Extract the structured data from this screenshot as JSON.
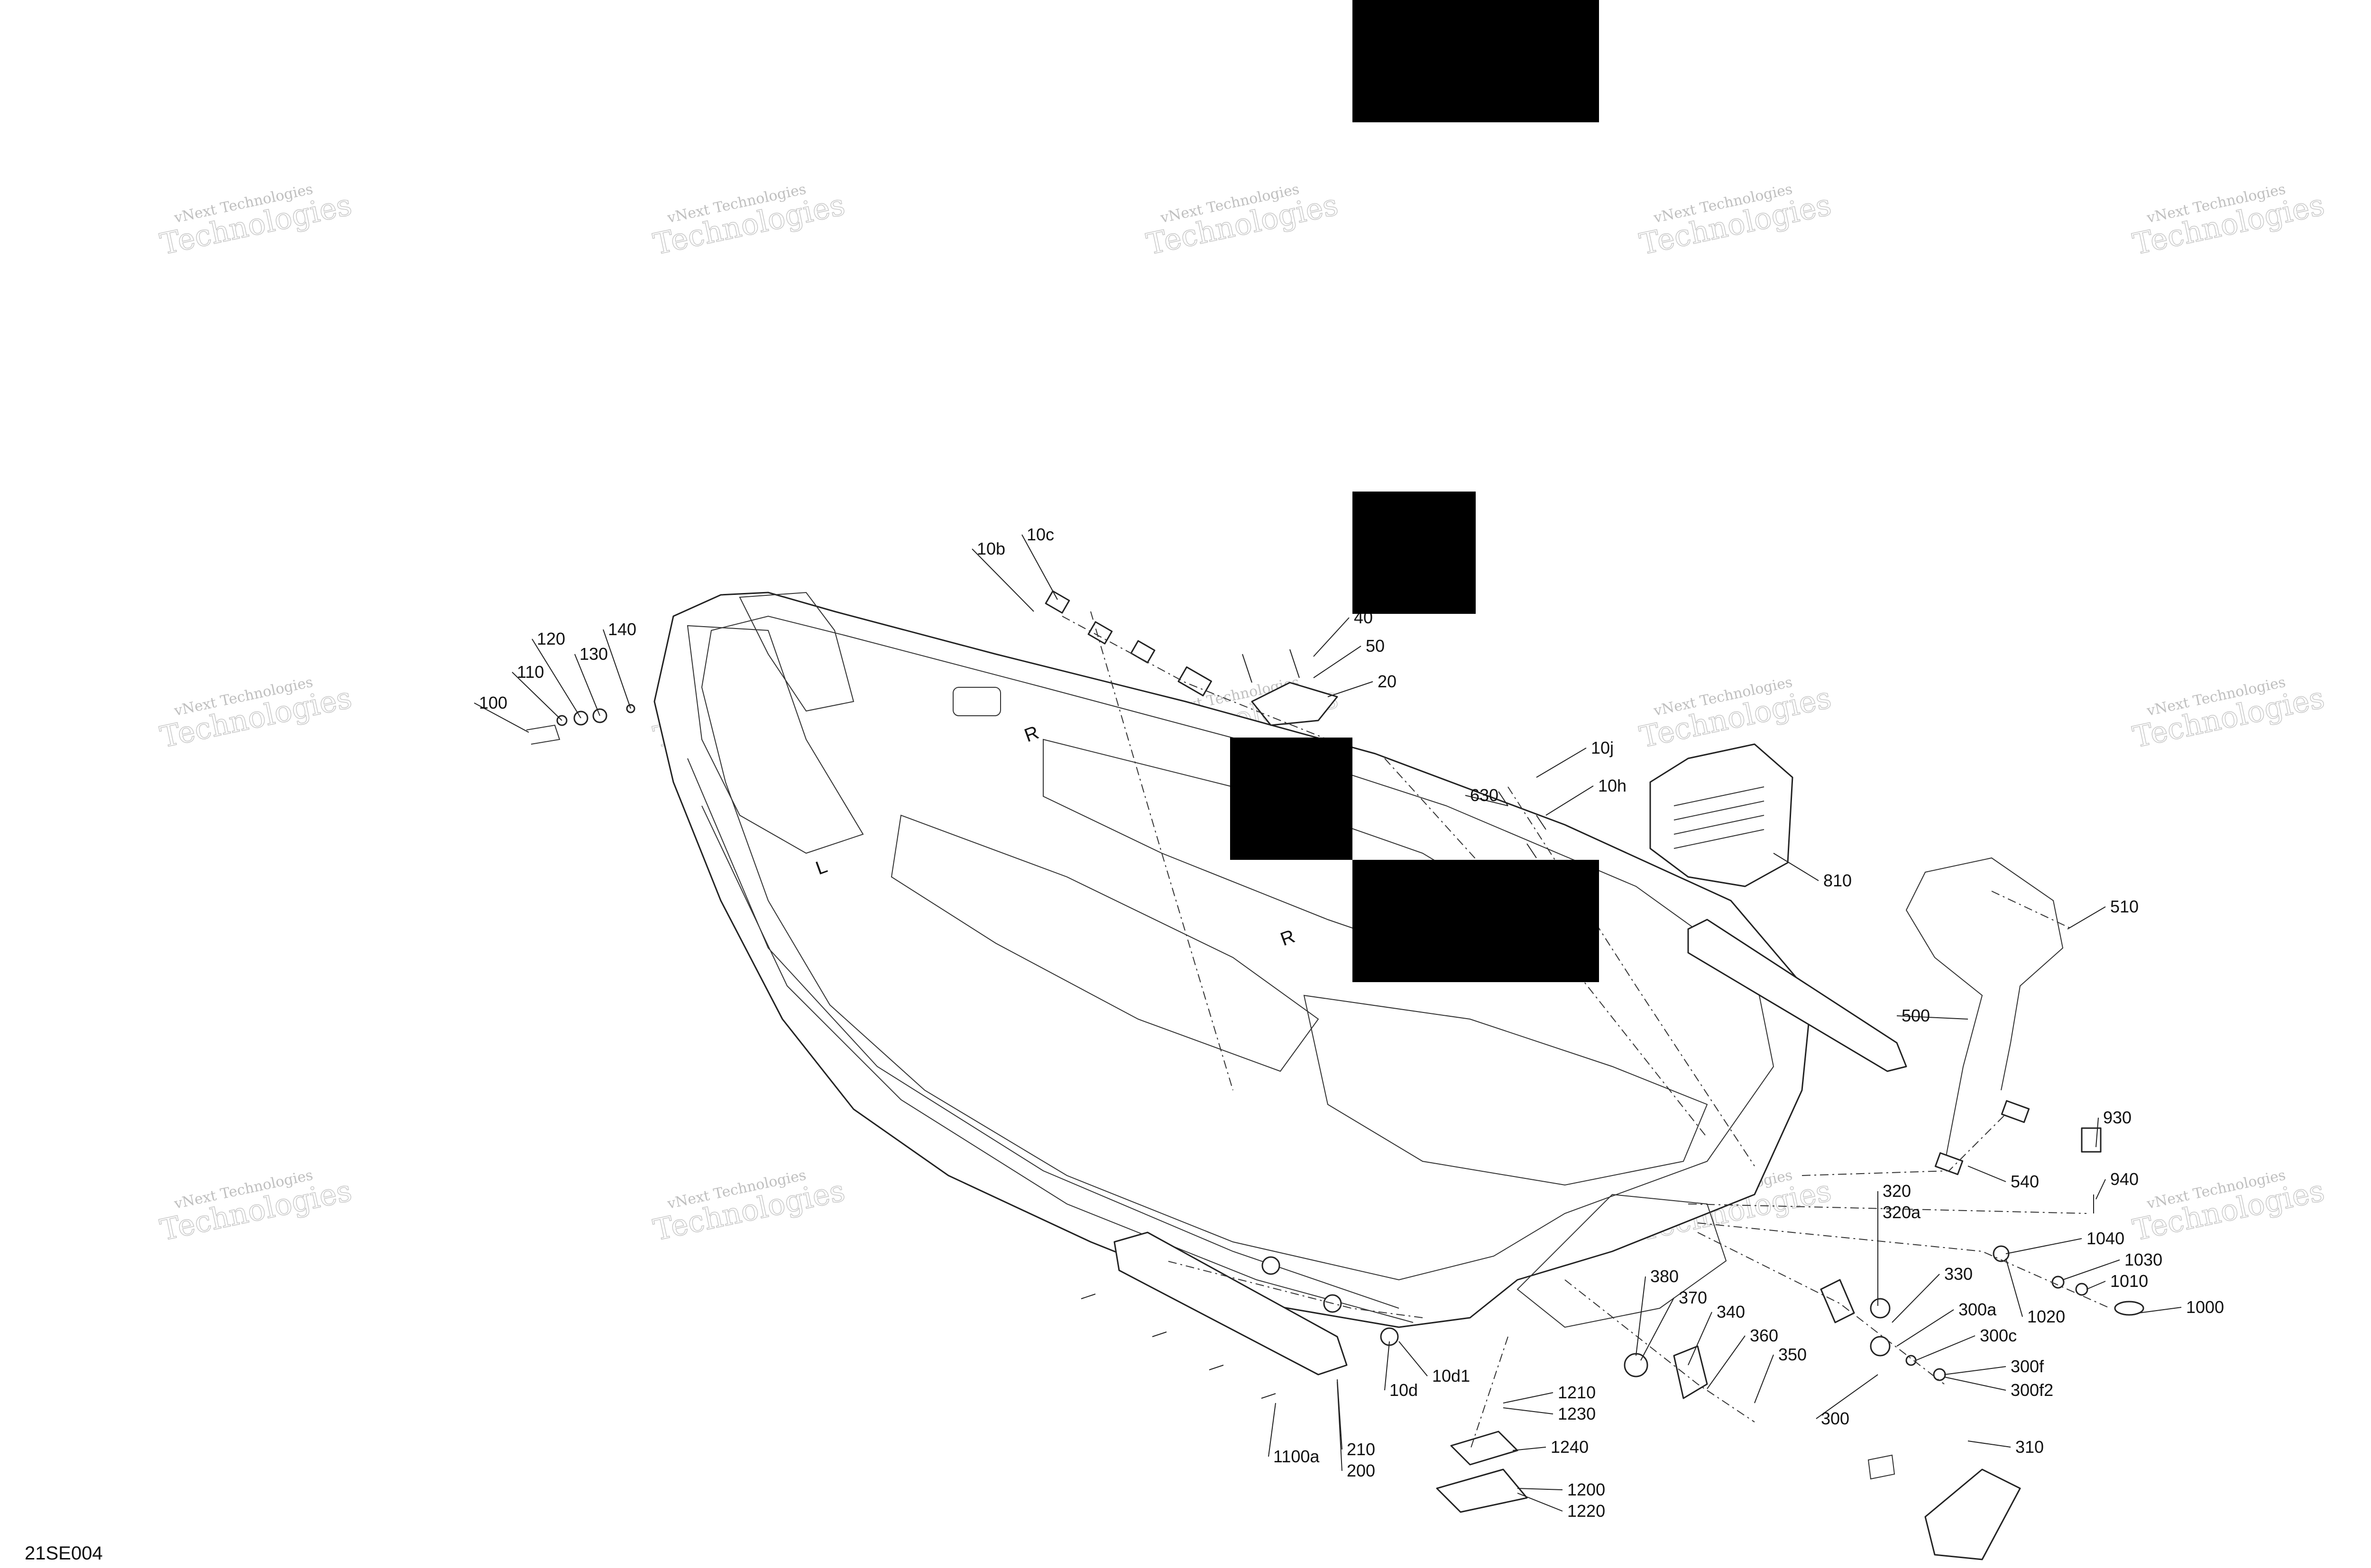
{
  "diagram": {
    "reference_code": "21SE004",
    "watermark": {
      "line1": "vNext Technologies",
      "line2": "Technologies"
    },
    "callouts": [
      {
        "id": "10b",
        "label": "10b"
      },
      {
        "id": "10c",
        "label": "10c"
      },
      {
        "id": "40",
        "label": "40"
      },
      {
        "id": "50",
        "label": "50"
      },
      {
        "id": "20",
        "label": "20"
      },
      {
        "id": "100",
        "label": "100"
      },
      {
        "id": "110",
        "label": "110"
      },
      {
        "id": "120",
        "label": "120"
      },
      {
        "id": "130",
        "label": "130"
      },
      {
        "id": "140",
        "label": "140"
      },
      {
        "id": "10j",
        "label": "10j"
      },
      {
        "id": "10h",
        "label": "10h"
      },
      {
        "id": "630",
        "label": "630"
      },
      {
        "id": "810",
        "label": "810"
      },
      {
        "id": "510",
        "label": "510"
      },
      {
        "id": "500",
        "label": "500"
      },
      {
        "id": "540",
        "label": "540"
      },
      {
        "id": "930",
        "label": "930"
      },
      {
        "id": "940",
        "label": "940"
      },
      {
        "id": "1040",
        "label": "1040"
      },
      {
        "id": "1030",
        "label": "1030"
      },
      {
        "id": "1010",
        "label": "1010"
      },
      {
        "id": "1020",
        "label": "1020"
      },
      {
        "id": "1000",
        "label": "1000"
      },
      {
        "id": "320",
        "label": "320"
      },
      {
        "id": "320a",
        "label": "320a"
      },
      {
        "id": "330",
        "label": "330"
      },
      {
        "id": "300a",
        "label": "300a"
      },
      {
        "id": "300c",
        "label": "300c"
      },
      {
        "id": "300f",
        "label": "300f"
      },
      {
        "id": "300f2",
        "label": "300f2"
      },
      {
        "id": "300",
        "label": "300"
      },
      {
        "id": "310",
        "label": "310"
      },
      {
        "id": "380",
        "label": "380"
      },
      {
        "id": "370",
        "label": "370"
      },
      {
        "id": "340",
        "label": "340"
      },
      {
        "id": "360",
        "label": "360"
      },
      {
        "id": "350",
        "label": "350"
      },
      {
        "id": "10d",
        "label": "10d"
      },
      {
        "id": "10d1",
        "label": "10d1"
      },
      {
        "id": "1210",
        "label": "1210"
      },
      {
        "id": "1230",
        "label": "1230"
      },
      {
        "id": "1240",
        "label": "1240"
      },
      {
        "id": "1200",
        "label": "1200"
      },
      {
        "id": "1220",
        "label": "1220"
      },
      {
        "id": "210",
        "label": "210"
      },
      {
        "id": "200",
        "label": "200"
      },
      {
        "id": "1100a",
        "label": "1100a"
      }
    ],
    "hull_markings": {
      "right_upper": "R",
      "right_lower": "R",
      "left": "L"
    }
  }
}
